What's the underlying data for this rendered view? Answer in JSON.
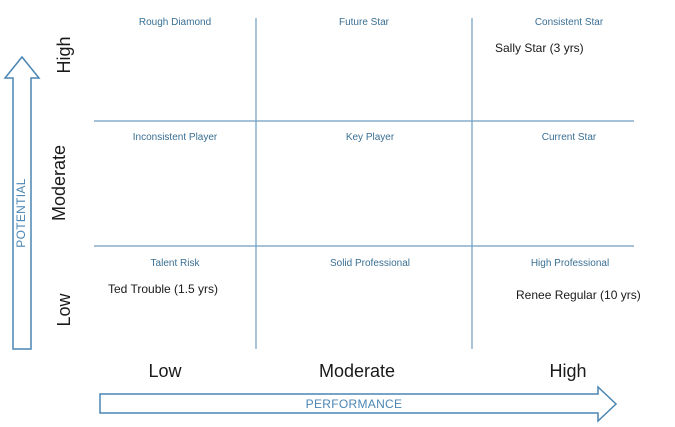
{
  "colors": {
    "grid_line": "#6f9ec2",
    "cell_title": "#3a6f93",
    "arrow_outline": "#4a86b4",
    "employee_text": "#1a1a1a"
  },
  "axes": {
    "x": {
      "name": "PERFORMANCE",
      "levels": [
        "Low",
        "Moderate",
        "High"
      ]
    },
    "y": {
      "name": "POTENTIAL",
      "levels": [
        "High",
        "Moderate",
        "Low"
      ]
    }
  },
  "cells": [
    {
      "row": "high",
      "col": "low",
      "title": "Rough Diamond"
    },
    {
      "row": "high",
      "col": "moderate",
      "title": "Future Star"
    },
    {
      "row": "high",
      "col": "high",
      "title": "Consistent Star"
    },
    {
      "row": "moderate",
      "col": "low",
      "title": "Inconsistent Player"
    },
    {
      "row": "moderate",
      "col": "moderate",
      "title": "Key Player"
    },
    {
      "row": "moderate",
      "col": "high",
      "title": "Current Star"
    },
    {
      "row": "low",
      "col": "low",
      "title": "Talent Risk"
    },
    {
      "row": "low",
      "col": "moderate",
      "title": "Solid Professional"
    },
    {
      "row": "low",
      "col": "high",
      "title": "High Professional"
    }
  ],
  "employees": [
    {
      "name": "Sally Star (3 yrs)",
      "performance": "high",
      "potential": "high"
    },
    {
      "name": "Ted Trouble (1.5 yrs)",
      "performance": "low",
      "potential": "low"
    },
    {
      "name": "Renee Regular (10 yrs)",
      "performance": "high",
      "potential": "low"
    }
  ]
}
